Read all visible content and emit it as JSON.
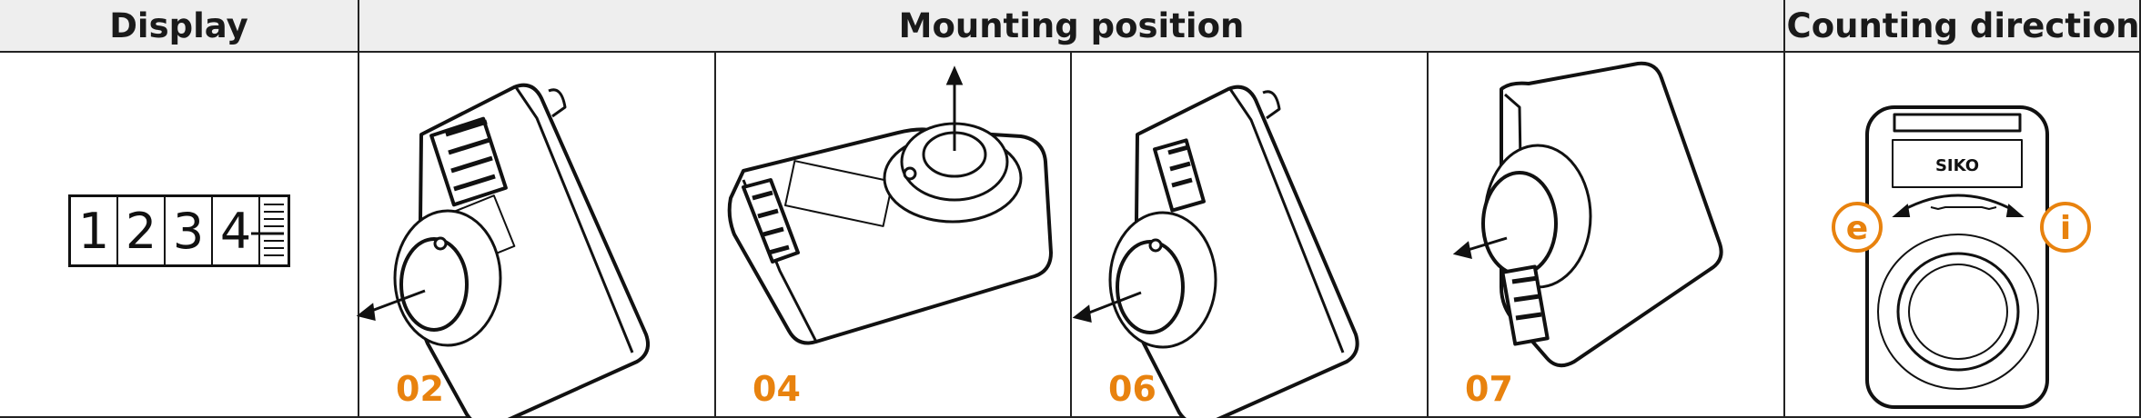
{
  "headers": {
    "display": "Display",
    "mounting_position": "Mounting position",
    "counting_direction": "Counting direction"
  },
  "display": {
    "digits": [
      "1",
      "2",
      "3",
      "4"
    ]
  },
  "positions": [
    {
      "code": "02"
    },
    {
      "code": "04"
    },
    {
      "code": "06"
    },
    {
      "code": "07"
    }
  ],
  "counting": {
    "brand_label": "SIKO",
    "left_label": "e",
    "right_label": "i"
  },
  "colors": {
    "accent": "#e8820e",
    "header_bg": "#eeeeee",
    "line": "#222222"
  }
}
